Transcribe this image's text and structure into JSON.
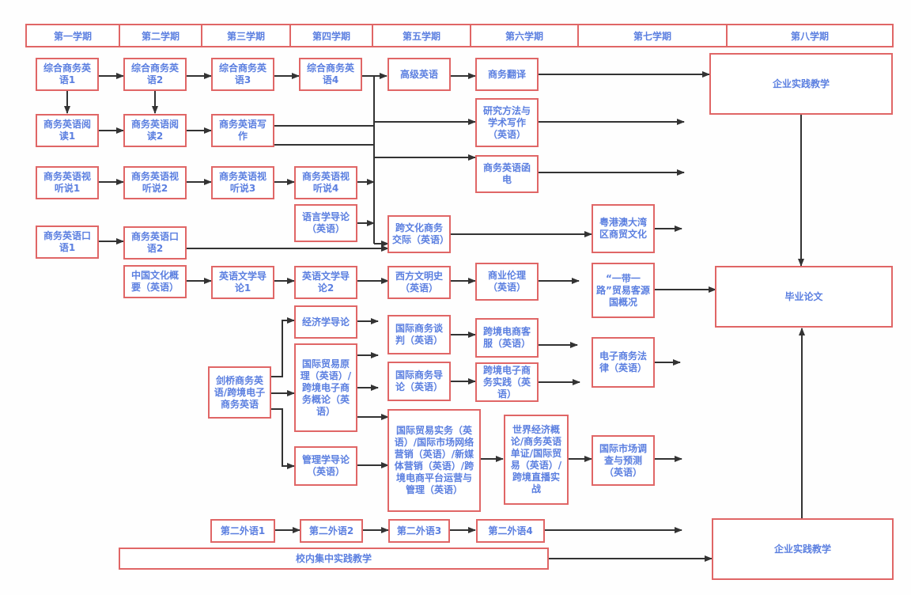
{
  "semesters": [
    "第一学期",
    "第二学期",
    "第三学期",
    "第四学期",
    "第五学期",
    "第六学期",
    "第七学期",
    "第八学期"
  ],
  "courses": {
    "zh1": "综合商务英语1",
    "zh2": "综合商务英语2",
    "zh3": "综合商务英语3",
    "zh4": "综合商务英语4",
    "gjyy": "高级英语",
    "swfy": "商务翻译",
    "qysj_top": "企业实践教学",
    "yd1": "商务英语阅读1",
    "yd2": "商务英语阅读2",
    "xz": "商务英语写作",
    "yjff": "研究方法与学术写作（英语）",
    "hd": "商务英语函电",
    "st1": "商务英语视听说1",
    "st2": "商务英语视听说2",
    "st3": "商务英语视听说3",
    "st4": "商务英语视听说4",
    "yyxdl": "语言学导论（英语）",
    "ky1": "商务英语口语1",
    "ky2": "商务英语口语2",
    "kwh": "跨文化商务交际（英语）",
    "ygad": "粤港澳大湾区商贸文化",
    "zgwh": "中国文化概要（英语）",
    "wx1": "英语文学导论1",
    "wx2": "英语文学导论2",
    "xfwm": "西方文明史（英语）",
    "syll": "商业伦理（英语）",
    "ydyl": "“一带一路”贸易客源国概况",
    "byl": "毕业论文",
    "jjx": "经济学导论",
    "gjmy": "国际贸易原理（英语）/跨境电子商务概论（英语）",
    "jq": "剑桥商务英语/跨境电子商务英语",
    "gltp": "国际商务谈判（英语）",
    "kjkf": "跨境电商客服（英语）",
    "dzfl": "电子商务法律（英语）",
    "gjswdl": "国际商务导论（英语）",
    "kjsj": "跨境电子商务实践（英语）",
    "glx": "管理学导论（英语）",
    "gjmysw": "国际贸易实务（英语）/国际市场网络营销（英语）/新媒体营销（英语）/跨境电商平台运营与管理（英语）",
    "sjjj": "世界经济概论/商务英语单证/国际贸易（英语）/跨境直播实战",
    "gjsc": "国际市场调查与预测（英语）",
    "dewy1": "第二外语1",
    "dewy2": "第二外语2",
    "dewy3": "第二外语3",
    "dewy4": "第二外语4",
    "xnjz": "校内集中实践教学",
    "qysj_bottom": "企业实践教学"
  },
  "colors": {
    "border": "#e06666",
    "text": "#5b7fe0",
    "arrow": "#333333"
  }
}
